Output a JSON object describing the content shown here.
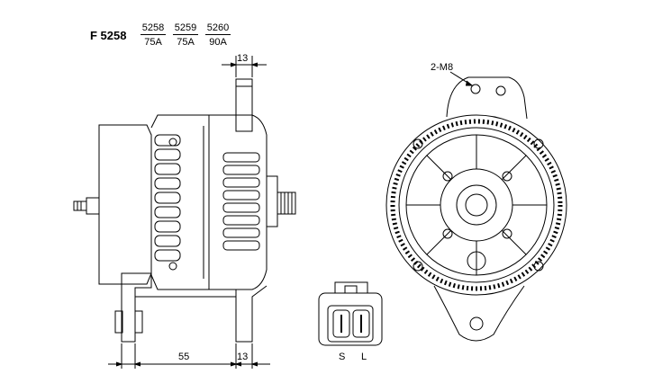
{
  "header": {
    "model": "F 5258",
    "variants": [
      {
        "part": "5258",
        "rating": "75A"
      },
      {
        "part": "5259",
        "rating": "75A"
      },
      {
        "part": "5260",
        "rating": "90A"
      }
    ]
  },
  "dimensions": {
    "top_width": "13",
    "bottom_span": "55",
    "bottom_width": "13",
    "mount_holes": "2-M8"
  },
  "connector": {
    "terminal_s": "S",
    "terminal_l": "L"
  },
  "colors": {
    "line": "#000000",
    "background": "#ffffff"
  }
}
